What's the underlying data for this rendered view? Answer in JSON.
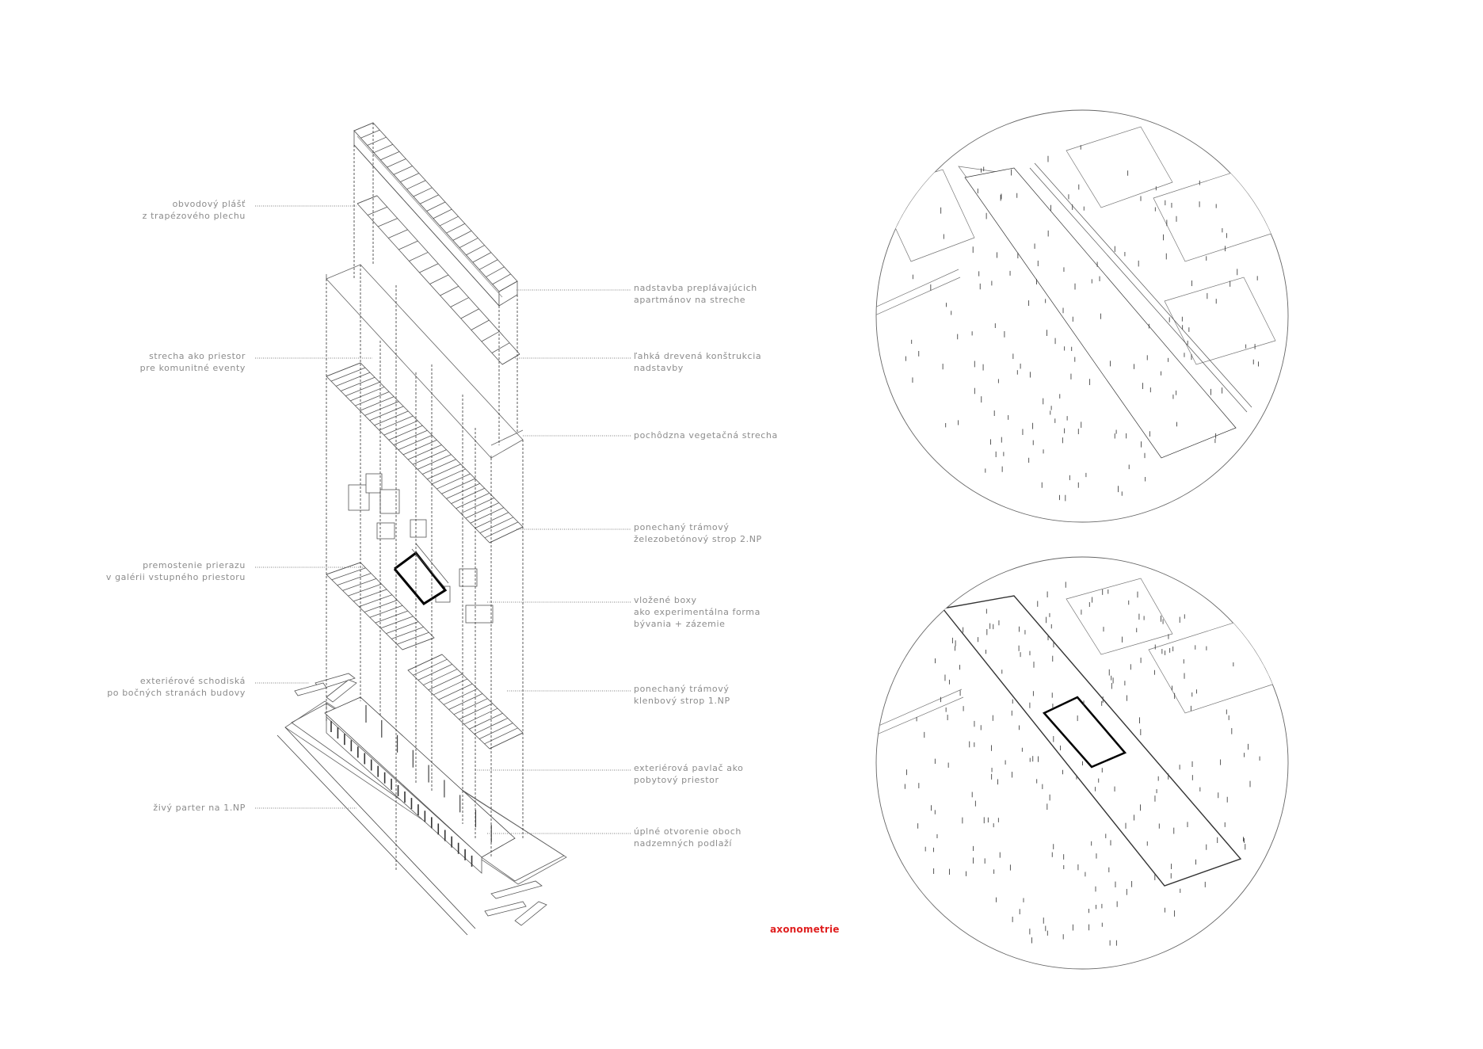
{
  "title": "axonometrie",
  "accent_color": "#e02020",
  "label_color": "#8c8c8c",
  "labels_left": [
    [
      "obvodový plášť",
      "z trapézového plechu"
    ],
    [
      "strecha ako priestor",
      "pre komunitné eventy"
    ],
    [
      "premostenie prierazu",
      "v galérii vstupného priestoru"
    ],
    [
      "exteriérové schodiská",
      "po bočných stranách budovy"
    ],
    [
      "živý parter na 1.NP"
    ]
  ],
  "labels_right": [
    [
      "nadstavba preplávajúcich",
      "apartmánov na streche"
    ],
    [
      "ľahká drevená konštrukcia",
      "nadstavby"
    ],
    [
      "pochôdzna vegetačná strecha"
    ],
    [
      "ponechaný trámový",
      "železobetónový strop 2.NP"
    ],
    [
      "vložené boxy",
      "ako experimentálna forma",
      "bývania + zázemie"
    ],
    [
      "ponechaný trámový",
      "klenbový strop 1.NP"
    ],
    [
      "exteriérová pavlač ako",
      "pobytový priestor"
    ],
    [
      "úplné otvorenie oboch",
      "nadzemných podlaží"
    ]
  ]
}
